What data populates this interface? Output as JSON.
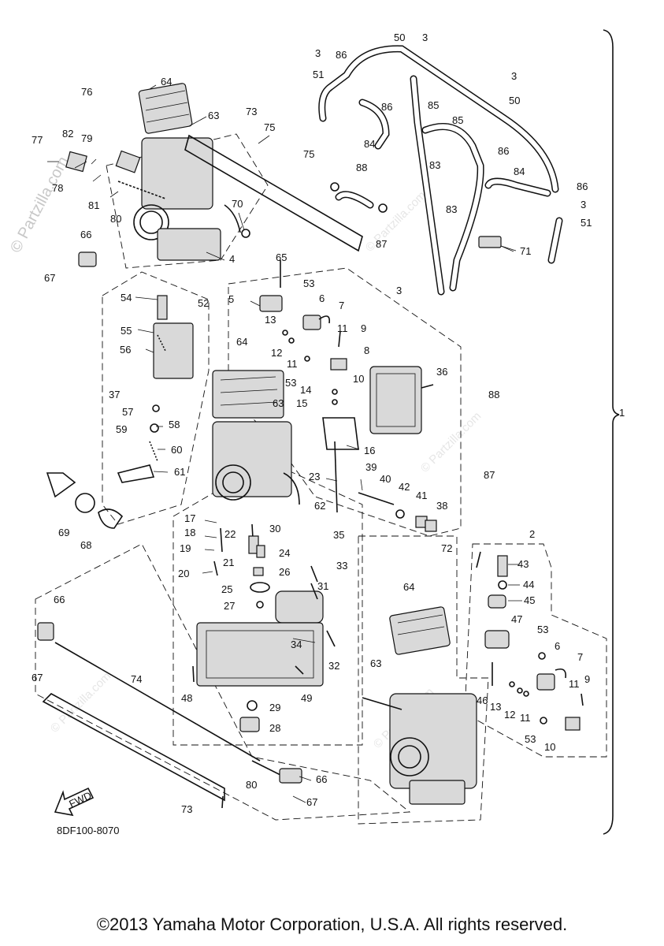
{
  "diagram": {
    "code": "8DF100-8070",
    "watermark": "© Partzilla.com",
    "fwd_label": "FWD",
    "copyright": "©2013 Yamaha Motor Corporation, U.S.A. All rights reserved."
  },
  "callouts": [
    {
      "id": "c64a",
      "text": "64"
    },
    {
      "id": "c63a",
      "text": "63"
    },
    {
      "id": "c76",
      "text": "76"
    },
    {
      "id": "c77",
      "text": "77"
    },
    {
      "id": "c82",
      "text": "82"
    },
    {
      "id": "c79",
      "text": "79"
    },
    {
      "id": "c78",
      "text": "78"
    },
    {
      "id": "c81",
      "text": "81"
    },
    {
      "id": "c80a",
      "text": "80"
    },
    {
      "id": "c66a",
      "text": "66"
    },
    {
      "id": "c67a",
      "text": "67"
    },
    {
      "id": "c4",
      "text": "4"
    },
    {
      "id": "c73a",
      "text": "73"
    },
    {
      "id": "c75a",
      "text": "75"
    },
    {
      "id": "c75b",
      "text": "75"
    },
    {
      "id": "c70",
      "text": "70"
    },
    {
      "id": "c3a",
      "text": "3"
    },
    {
      "id": "c51a",
      "text": "51"
    },
    {
      "id": "c86a",
      "text": "86"
    },
    {
      "id": "c50a",
      "text": "50"
    },
    {
      "id": "c3b",
      "text": "3"
    },
    {
      "id": "c86b",
      "text": "86"
    },
    {
      "id": "c84a",
      "text": "84"
    },
    {
      "id": "c85a",
      "text": "85"
    },
    {
      "id": "c85b",
      "text": "85"
    },
    {
      "id": "c83a",
      "text": "83"
    },
    {
      "id": "c83b",
      "text": "83"
    },
    {
      "id": "c88a",
      "text": "88"
    },
    {
      "id": "c87a",
      "text": "87"
    },
    {
      "id": "c3c",
      "text": "3"
    },
    {
      "id": "c50b",
      "text": "50"
    },
    {
      "id": "c86c",
      "text": "86"
    },
    {
      "id": "c84b",
      "text": "84"
    },
    {
      "id": "c86d",
      "text": "86"
    },
    {
      "id": "c3d",
      "text": "3"
    },
    {
      "id": "c51b",
      "text": "51"
    },
    {
      "id": "c71",
      "text": "71"
    },
    {
      "id": "c65",
      "text": "65"
    },
    {
      "id": "c3e",
      "text": "3"
    },
    {
      "id": "c53a",
      "text": "53"
    },
    {
      "id": "c5",
      "text": "5"
    },
    {
      "id": "c6a",
      "text": "6"
    },
    {
      "id": "c7a",
      "text": "7"
    },
    {
      "id": "c13a",
      "text": "13"
    },
    {
      "id": "c11a",
      "text": "11"
    },
    {
      "id": "c9a",
      "text": "9"
    },
    {
      "id": "c12a",
      "text": "12"
    },
    {
      "id": "c11b",
      "text": "11"
    },
    {
      "id": "c8",
      "text": "8"
    },
    {
      "id": "c53b",
      "text": "53"
    },
    {
      "id": "c10a",
      "text": "10"
    },
    {
      "id": "c14",
      "text": "14"
    },
    {
      "id": "c15",
      "text": "15"
    },
    {
      "id": "c36",
      "text": "36"
    },
    {
      "id": "c16",
      "text": "16"
    },
    {
      "id": "c54",
      "text": "54"
    },
    {
      "id": "c52",
      "text": "52"
    },
    {
      "id": "c55",
      "text": "55"
    },
    {
      "id": "c56",
      "text": "56"
    },
    {
      "id": "c64b",
      "text": "64"
    },
    {
      "id": "c37",
      "text": "37"
    },
    {
      "id": "c63b",
      "text": "63"
    },
    {
      "id": "c57",
      "text": "57"
    },
    {
      "id": "c58",
      "text": "58"
    },
    {
      "id": "c59",
      "text": "59"
    },
    {
      "id": "c60",
      "text": "60"
    },
    {
      "id": "c61",
      "text": "61"
    },
    {
      "id": "c69",
      "text": "69"
    },
    {
      "id": "c68",
      "text": "68"
    },
    {
      "id": "c23",
      "text": "23"
    },
    {
      "id": "c39",
      "text": "39"
    },
    {
      "id": "c40",
      "text": "40"
    },
    {
      "id": "c42",
      "text": "42"
    },
    {
      "id": "c41",
      "text": "41"
    },
    {
      "id": "c38",
      "text": "38"
    },
    {
      "id": "c88b",
      "text": "88"
    },
    {
      "id": "c87b",
      "text": "87"
    },
    {
      "id": "c62",
      "text": "62"
    },
    {
      "id": "c17",
      "text": "17"
    },
    {
      "id": "c18",
      "text": "18"
    },
    {
      "id": "c19",
      "text": "19"
    },
    {
      "id": "c22",
      "text": "22"
    },
    {
      "id": "c30",
      "text": "30"
    },
    {
      "id": "c35",
      "text": "35"
    },
    {
      "id": "c24",
      "text": "24"
    },
    {
      "id": "c20",
      "text": "20"
    },
    {
      "id": "c21",
      "text": "21"
    },
    {
      "id": "c26",
      "text": "26"
    },
    {
      "id": "c33",
      "text": "33"
    },
    {
      "id": "c25",
      "text": "25"
    },
    {
      "id": "c27",
      "text": "27"
    },
    {
      "id": "c31",
      "text": "31"
    },
    {
      "id": "c72",
      "text": "72"
    },
    {
      "id": "c2",
      "text": "2"
    },
    {
      "id": "c43",
      "text": "43"
    },
    {
      "id": "c44",
      "text": "44"
    },
    {
      "id": "c45",
      "text": "45"
    },
    {
      "id": "c47",
      "text": "47"
    },
    {
      "id": "c66b",
      "text": "66"
    },
    {
      "id": "c67b",
      "text": "67"
    },
    {
      "id": "c74",
      "text": "74"
    },
    {
      "id": "c34",
      "text": "34"
    },
    {
      "id": "c32",
      "text": "32"
    },
    {
      "id": "c64c",
      "text": "64"
    },
    {
      "id": "c63c",
      "text": "63"
    },
    {
      "id": "c53c",
      "text": "53"
    },
    {
      "id": "c6b",
      "text": "6"
    },
    {
      "id": "c7b",
      "text": "7"
    },
    {
      "id": "c48",
      "text": "48"
    },
    {
      "id": "c49",
      "text": "49"
    },
    {
      "id": "c29",
      "text": "29"
    },
    {
      "id": "c28",
      "text": "28"
    },
    {
      "id": "c46",
      "text": "46"
    },
    {
      "id": "c13b",
      "text": "13"
    },
    {
      "id": "c12b",
      "text": "12"
    },
    {
      "id": "c11c",
      "text": "11"
    },
    {
      "id": "c11d",
      "text": "11"
    },
    {
      "id": "c9b",
      "text": "9"
    },
    {
      "id": "c53d",
      "text": "53"
    },
    {
      "id": "c10b",
      "text": "10"
    },
    {
      "id": "c80b",
      "text": "80"
    },
    {
      "id": "c66c",
      "text": "66"
    },
    {
      "id": "c67c",
      "text": "67"
    },
    {
      "id": "c73b",
      "text": "73"
    },
    {
      "id": "c1",
      "text": "1"
    }
  ]
}
